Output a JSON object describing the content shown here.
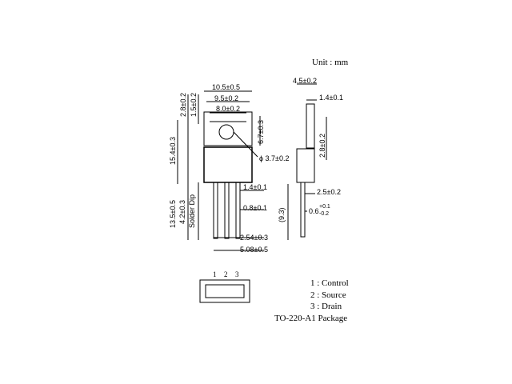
{
  "unit_label": "Unit : mm",
  "dimensions": {
    "body_width": "10.5±0.5",
    "tab_width": "9.5±0.2",
    "hole_span": "8.0±0.2",
    "hole_diameter": "ϕ 3.7±0.2",
    "tab_height": "6.7±0.3",
    "top_offset_1": "2.8±0.2",
    "top_offset_2": "1.5±0.2",
    "overall_height": "15.4±0.3",
    "lead_length": "13.5±0.5",
    "solder_dip": "4.2±0.3",
    "solder_dip_label": "Solder Dip",
    "lead_width_1": "1.4±0.1",
    "lead_width_2": "0.8±0.1",
    "pitch": "2.54±0.3",
    "pitch_total": "5.08±0.5",
    "side_thickness": "4.5±0.2",
    "side_tab": "1.4±0.1",
    "side_height": "2.8±0.2",
    "side_lead": "2.5±0.2",
    "side_bend": "(9.3)",
    "side_lead_thickness": "0.6",
    "side_lead_tol_plus": "+0.1",
    "side_lead_tol_minus": "-0.2"
  },
  "pins": [
    "1",
    "2",
    "3"
  ],
  "pin_legend": [
    "1 : Control",
    "2 : Source",
    "3 : Drain"
  ],
  "package_name": "TO-220-A1 Package"
}
